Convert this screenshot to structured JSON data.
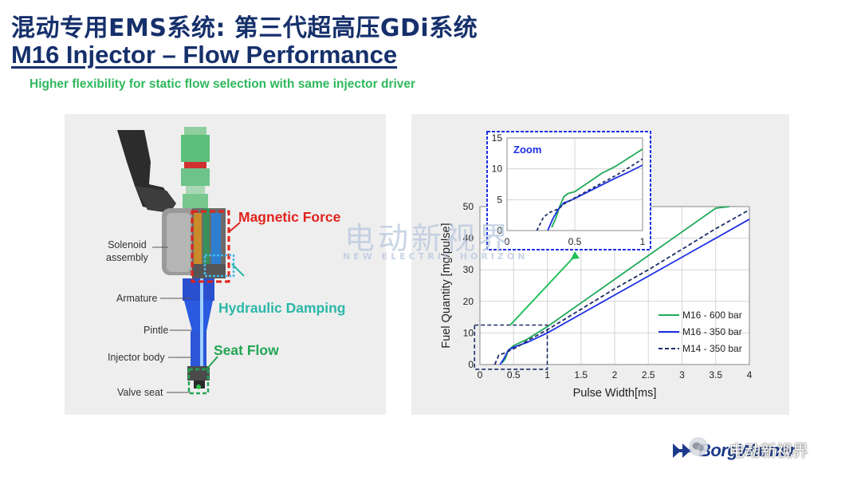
{
  "header": {
    "title_cn": "混动专用EMS系统: 第三代超高压GDi系统",
    "title_en": "M16 Injector – Flow Performance",
    "subtitle": "Higher flexibility for static flow selection with same injector driver"
  },
  "diagram": {
    "labels": {
      "solenoid_line1": "Solenoid",
      "solenoid_line2": "assembly",
      "armature": "Armature",
      "pintle": "Pintle",
      "injector_body": "Injector body",
      "valve_seat": "Valve seat"
    },
    "callouts": {
      "magnetic_force": "Magnetic Force",
      "hydraulic_damping": "Hydraulic Damping",
      "seat_flow": "Seat Flow"
    },
    "colors": {
      "magnetic": "#e0231c",
      "hydraulic": "#2bb7a9",
      "seat": "#22a654",
      "body_blue": "#1f4fd6"
    }
  },
  "watermark": {
    "cn": "电动新视界",
    "en": "NEW ELECTRIC HORIZON"
  },
  "footer": {
    "wechat_name": "电动新视界",
    "brand": "BorgWarner"
  },
  "chart_data": [
    {
      "type": "line",
      "xlabel": "Pulse Width[ms]",
      "ylabel": "Fuel Quantity [mg/pulse]",
      "xlim": [
        0,
        4
      ],
      "ylim": [
        0,
        50
      ],
      "xticks": [
        "0",
        "0.5",
        "1",
        "1.5",
        "2",
        "2.5",
        "3",
        "3.5",
        "4"
      ],
      "yticks": [
        "0",
        "10",
        "20",
        "30",
        "40",
        "50"
      ],
      "grid": true,
      "legend": "bottom-right",
      "series": [
        {
          "name": "M16 - 600 bar",
          "color": "#1faa5a",
          "dash": "solid",
          "x": [
            0.33,
            0.38,
            0.42,
            0.5,
            0.7,
            1.0,
            1.5,
            2.0,
            2.5,
            3.0,
            3.5,
            3.7
          ],
          "y": [
            0.5,
            2.0,
            4.5,
            6.0,
            8.0,
            12.0,
            19.5,
            27.0,
            34.5,
            42.0,
            49.5,
            52.0
          ]
        },
        {
          "name": "M16 - 350 bar",
          "color": "#1c2fe6",
          "dash": "solid",
          "x": [
            0.3,
            0.36,
            0.42,
            0.5,
            0.7,
            1.0,
            1.5,
            2.0,
            2.5,
            3.0,
            3.5,
            4.0
          ],
          "y": [
            0.0,
            2.0,
            4.5,
            5.5,
            7.0,
            10.0,
            16.0,
            22.0,
            28.0,
            34.0,
            40.0,
            46.0
          ]
        },
        {
          "name": "M14 - 350 bar",
          "color": "#1d2f66",
          "dash": "dashed",
          "x": [
            0.22,
            0.28,
            0.35,
            0.45,
            0.55,
            0.7,
            1.0,
            1.5,
            2.0,
            2.5,
            3.0,
            3.5,
            4.0
          ],
          "y": [
            0.0,
            3.0,
            3.5,
            4.5,
            5.5,
            7.5,
            11.0,
            17.5,
            24.0,
            30.0,
            36.5,
            43.0,
            49.0
          ]
        }
      ]
    },
    {
      "type": "line",
      "title": "Zoom",
      "xlim": [
        0,
        1
      ],
      "ylim": [
        0,
        15
      ],
      "xticks": [
        "0",
        "0.5",
        "1"
      ],
      "yticks": [
        "0",
        "5",
        "10",
        "15"
      ],
      "grid": true,
      "series": [
        {
          "name": "M16 - 600 bar",
          "color": "#1faa5a",
          "dash": "solid",
          "x": [
            0.33,
            0.36,
            0.39,
            0.42,
            0.45,
            0.5,
            0.6,
            0.7,
            0.8,
            0.9,
            1.0
          ],
          "y": [
            0.5,
            2.0,
            4.0,
            5.5,
            6.0,
            6.3,
            7.8,
            9.3,
            10.4,
            11.8,
            13.2
          ]
        },
        {
          "name": "M16 - 350 bar",
          "color": "#1c2fe6",
          "dash": "solid",
          "x": [
            0.3,
            0.34,
            0.38,
            0.42,
            0.46,
            0.5,
            0.6,
            0.7,
            0.8,
            0.9,
            1.0
          ],
          "y": [
            0.0,
            2.0,
            3.5,
            4.5,
            4.8,
            5.2,
            6.3,
            7.4,
            8.5,
            9.5,
            10.6
          ]
        },
        {
          "name": "M14 - 350 bar",
          "color": "#1d2f66",
          "dash": "dashed",
          "x": [
            0.22,
            0.27,
            0.32,
            0.38,
            0.42,
            0.5,
            0.6,
            0.7,
            0.8,
            0.9,
            1.0
          ],
          "y": [
            0.0,
            2.2,
            3.0,
            3.5,
            4.3,
            5.3,
            6.5,
            7.7,
            8.9,
            10.2,
            11.6
          ]
        }
      ]
    }
  ]
}
